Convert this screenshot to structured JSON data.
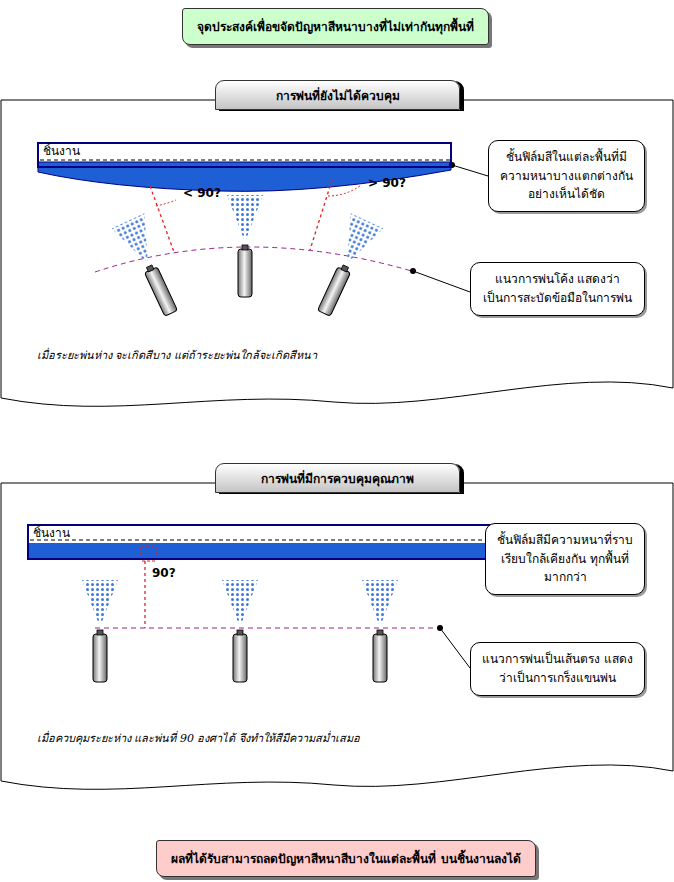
{
  "diagram": {
    "title": "จุดประสงค์เพื่อขจัดปัญหาสีหนาบางที่ไม่เท่ากันทุกพื้นที่",
    "caption": "ผลที่ได้รับสามารถลดปัญหาสีหนาสีบางในแต่ละพื้นที่ บนชิ้นงานลงได้",
    "nodes": [
      {
        "text": [
          "การพ่นที่ยังไม่ได้ควบคุม",
          "เมื่อระยะพ่นห่าง จะเกิดสีบาง แต่ถ้าระยะพ่นใกล้จะเกิดสีหนา"
        ]
      },
      {
        "text": [
          "ชิ้นงาน"
        ],
        "in": 0
      },
      {
        "text": [
          "ชั้นฟิล์มสีในแต่ละพื้นที่มีความหนาบางแตกต่างกันอย่างเห็นได้ชัด"
        ],
        "in": 0
      },
      {
        "text": [
          "แนวการพ่นโค้ง แสดงว่าเป็นการสะบัดข้อมือในการพ่น"
        ],
        "in": 0
      },
      {
        "text": [
          "การพ่นที่มีการควบคุมคุณภาพ",
          "เมื่อควบคุมระยะห่าง และพ่นที่ 90 องศาได้ จึงทำให้สีมีความสม่ำเสมอ"
        ]
      },
      {
        "text": [
          "ชิ้นงาน"
        ],
        "in": 4
      },
      {
        "text": [
          "ชั้นฟิล์มสีมีความหนาที่ราบเรียบใกล้เคียงกัน ทุกพื้นที่มากกว่า"
        ],
        "in": 4
      },
      {
        "text": [
          "แนวการพ่นเป็นเส้นตรง แสดงว่าเป็นการเกร็งแขนพ่น"
        ],
        "in": 4
      }
    ],
    "edges": [
      {
        "from": 2,
        "to": 1,
        "arrow": "none"
      }
    ],
    "labels": [
      "< 90?",
      "> 90?",
      "90?"
    ]
  }
}
